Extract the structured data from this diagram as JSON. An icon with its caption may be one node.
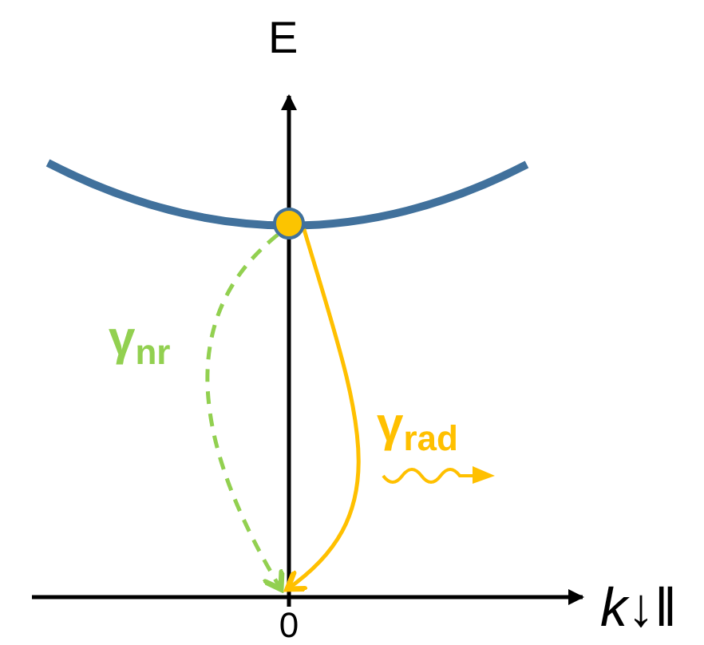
{
  "diagram": {
    "nodes": [
      {
        "text": [],
        "shape": "circle"
      },
      {
        "text": [
          "0"
        ]
      }
    ],
    "edges": [
      {
        "from": 0,
        "to": 1,
        "arrow": "to",
        "label": "γ$_{nr}$",
        "style": "dashed",
        "color": "#92d050"
      },
      {
        "from": 0,
        "to": 1,
        "arrow": "to",
        "label": "γ$_{rad}$",
        "color": "#ffc000"
      }
    ],
    "labels": [
      "E",
      "*k*↓‖"
    ]
  }
}
